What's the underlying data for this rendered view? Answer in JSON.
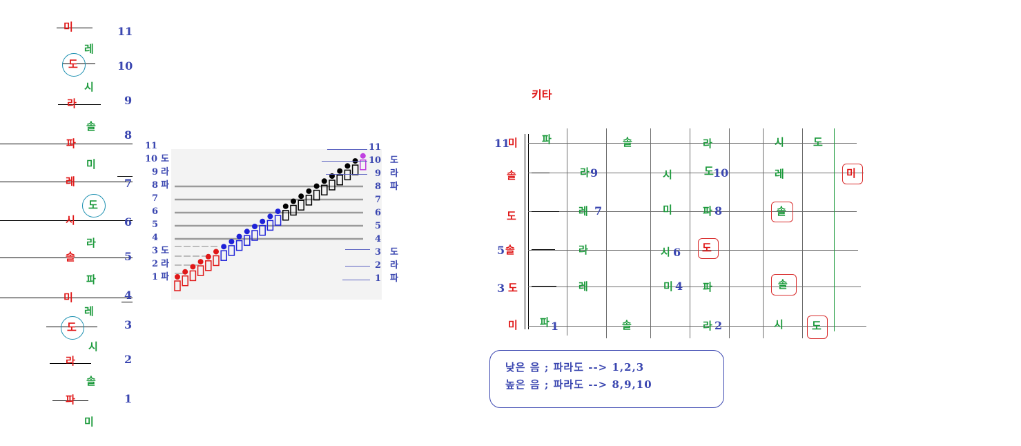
{
  "left_staff": {
    "numbers": [
      "11",
      "10",
      "9",
      "8",
      "7",
      "6",
      "5",
      "4",
      "3",
      "2",
      "1"
    ],
    "red_notes": [
      "미",
      "도",
      "라",
      "파",
      "레",
      "시",
      "솔",
      "미",
      "도",
      "라",
      "파"
    ],
    "green_notes": [
      "레",
      "시",
      "솔",
      "미",
      "도",
      "라",
      "파",
      "레",
      "시",
      "솔",
      "미"
    ]
  },
  "figure": {
    "left_numbers": [
      "11",
      "10",
      "9",
      "8",
      "7",
      "6",
      "5",
      "4",
      "3",
      "2",
      "1"
    ],
    "left_notes": [
      "도",
      "라",
      "파",
      "도",
      "라",
      "파"
    ],
    "right_numbers": [
      "11",
      "10",
      "9",
      "8",
      "7",
      "6",
      "5",
      "4",
      "3",
      "2",
      "1"
    ],
    "right_notes": [
      "도",
      "라",
      "파",
      "도",
      "라",
      "파"
    ]
  },
  "guitar": {
    "title": "키타",
    "row_labels": [
      {
        "num": "11",
        "note": "미"
      },
      {
        "num": "",
        "note": "솔"
      },
      {
        "num": "",
        "note": "도"
      },
      {
        "num": "5",
        "note": "솔"
      },
      {
        "num": "3",
        "note": "도"
      },
      {
        "num": "",
        "note": "미"
      }
    ],
    "row1": [
      "파",
      "솔",
      "라",
      "시",
      "도"
    ],
    "row2": [
      "라",
      "9",
      "시",
      "도",
      "10",
      "레",
      "미"
    ],
    "row3": [
      "레",
      "7",
      "미",
      "파",
      "8",
      "솔"
    ],
    "row4": [
      "라",
      "시",
      "6",
      "도"
    ],
    "row5": [
      "레",
      "미",
      "4",
      "파",
      "솔"
    ],
    "row6": [
      "파",
      "1",
      "솔",
      "라",
      "2",
      "시",
      "도"
    ]
  },
  "legend": {
    "line1": "낮은 음 ; 파라도 --> 1,2,3",
    "line2": "높은 음 ; 파라도 --> 8,9,10"
  },
  "colors": {
    "red": "#e01818",
    "green": "#1c9a3c",
    "blue": "#3a46b0",
    "box": "#d82b2b",
    "circle": "#1a8fb0"
  }
}
